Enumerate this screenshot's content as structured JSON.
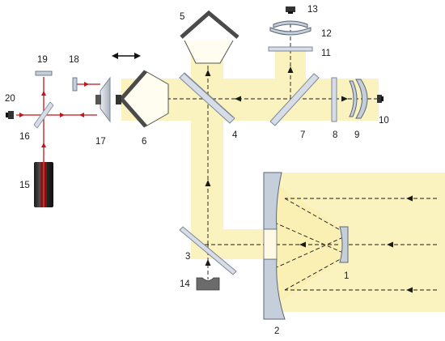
{
  "labels": {
    "c1": "1",
    "c2": "2",
    "c3": "3",
    "c4": "4",
    "c5": "5",
    "c6": "6",
    "c7": "7",
    "c8": "8",
    "c9": "9",
    "c10": "10",
    "c11": "11",
    "c12": "12",
    "c13": "13",
    "c14": "14",
    "c15": "15",
    "c16": "16",
    "c17": "17",
    "c18": "18",
    "c19": "19",
    "c20": "20"
  },
  "colors": {
    "beam": "#fbf3bf",
    "laser": "#d41c1c",
    "glass": "#c5cedb",
    "glass_edge": "#7d8799",
    "mirror_dark": "#4a4a4a",
    "ray": "#1a1a1a"
  },
  "icons": [
    "scan-arrow-icon"
  ]
}
